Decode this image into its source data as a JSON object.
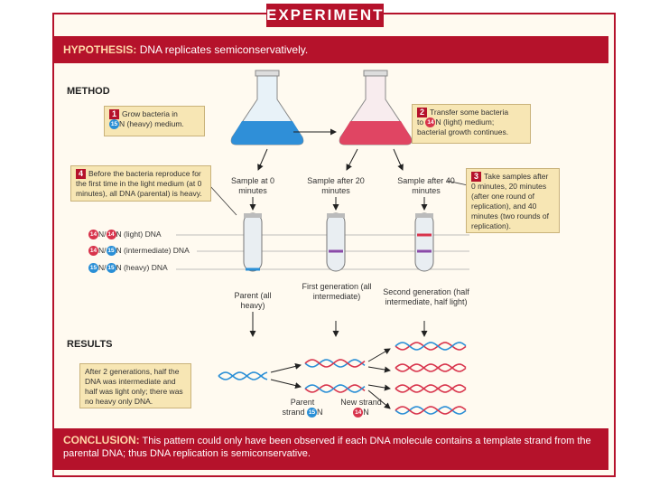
{
  "banner": "EXPERIMENT",
  "hypothesis": {
    "label": "HYPOTHESIS:",
    "text": "DNA replicates semiconservatively."
  },
  "method_label": "METHOD",
  "results_label": "RESULTS",
  "step1": {
    "num": "1",
    "text_a": "Grow bacteria in",
    "iso": "15",
    "text_b": "N (heavy) medium."
  },
  "step2": {
    "num": "2",
    "text_a": "Transfer some bacteria",
    "text_b": "to",
    "iso": "14",
    "text_c": "N (light) medium;",
    "text_d": "bacterial growth continues."
  },
  "step3": {
    "num": "3",
    "text": "Take samples after 0 minutes, 20 minutes (after one round of replication), and 40 minutes (two rounds of replication)."
  },
  "step4": {
    "num": "4",
    "text": "Before the bacteria reproduce for the first time in the light medium (at 0 minutes), all DNA (parental) is heavy."
  },
  "samples": [
    "Sample at 0 minutes",
    "Sample after 20 minutes",
    "Sample after 40 minutes"
  ],
  "bands": [
    {
      "iso1": "14",
      "iso2": "14",
      "label": "N (light) DNA"
    },
    {
      "iso1": "14",
      "iso2": "15",
      "label": "N (intermediate) DNA"
    },
    {
      "iso1": "15",
      "iso2": "15",
      "label": "N (heavy) DNA"
    }
  ],
  "generations": [
    "Parent (all heavy)",
    "First generation (all intermediate)",
    "Second generation (half intermediate, half light)"
  ],
  "results_note": "After 2 generations, half the DNA was intermediate and half was light only; there was no heavy only DNA.",
  "strands": {
    "parent": "Parent strand",
    "parent_iso": "15",
    "new": "New strand",
    "new_iso": "14",
    "unit": "N"
  },
  "conclusion": {
    "label": "CONCLUSION:",
    "text": "This pattern could only have been observed if each DNA molecule contains a template strand from the parental DNA; thus DNA replication is semiconservative."
  },
  "colors": {
    "accent": "#b5122b",
    "heavy": "#2a8fd6",
    "light": "#d8344c",
    "note_bg": "#f7e6b4"
  }
}
